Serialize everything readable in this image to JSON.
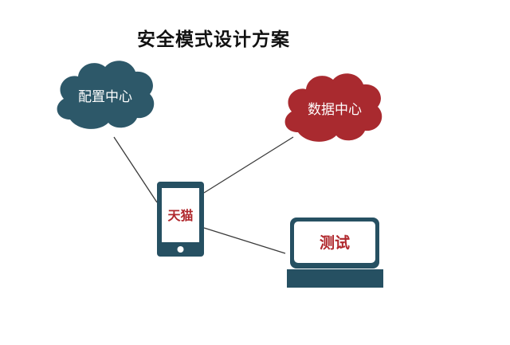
{
  "title": "安全模式设计方案",
  "nodes": {
    "config_center": {
      "label": "配置中心",
      "fill": "#2d5869",
      "text_color": "#ffffff"
    },
    "data_center": {
      "label": "数据中心",
      "fill": "#a92a2f",
      "text_color": "#ffffff"
    },
    "phone": {
      "label": "天猫",
      "body_color": "#265062",
      "screen_color": "#ffffff",
      "text_color": "#b0282d"
    },
    "laptop": {
      "label": "测试",
      "body_color": "#265062",
      "screen_color": "#ffffff",
      "text_color": "#b0282d"
    }
  },
  "connector_color": "#3a3a3a"
}
